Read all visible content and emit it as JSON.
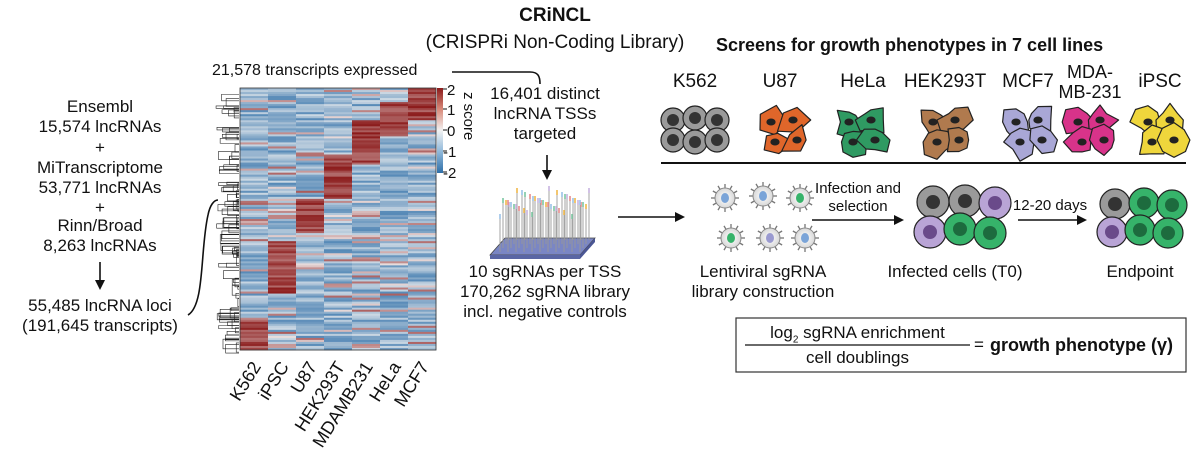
{
  "title": "CRiNCL",
  "subtitle": "(CRISPRi Non-Coding Library)",
  "sources": {
    "ensembl_name": "Ensembl",
    "ensembl_count": "15,574 lncRNAs",
    "plus1": "+",
    "mitx_name": "MiTranscriptome",
    "mitx_count": "53,771 lncRNAs",
    "plus2": "+",
    "rinn_name": "Rinn/Broad",
    "rinn_count": "8,263 lncRNAs",
    "loci_line1": "55,485 lncRNA loci",
    "loci_line2": "(191,645 transcripts)"
  },
  "heatmap": {
    "top_label": "21,578 transcripts expressed",
    "columns": [
      "K562",
      "iPSC",
      "U87",
      "HEK293T",
      "MDAMB231",
      "HeLa",
      "MCF7"
    ],
    "colorbar_title": "z score",
    "colorbar_ticks": [
      "2",
      "1",
      "0",
      "-1",
      "-2"
    ],
    "colors": {
      "high": "#8b1a1a",
      "mid": "#f2f2f2",
      "low": "#2f6fa8"
    }
  },
  "library": {
    "tss_line1": "16,401 distinct",
    "tss_line2": "lncRNA TSSs",
    "tss_line3": "targeted",
    "sg_line1": "10 sgRNAs per TSS",
    "sg_line2": "170,262 sgRNA library",
    "sg_line3": "incl. negative controls"
  },
  "screens": {
    "title": "Screens for growth phenotypes in 7 cell lines",
    "cell_lines": [
      {
        "name": "K562",
        "color": "#9a9a9a"
      },
      {
        "name": "U87",
        "color": "#e0662a"
      },
      {
        "name": "HeLa",
        "color": "#2f9a62"
      },
      {
        "name": "HEK293T",
        "color": "#b07a4e"
      },
      {
        "name": "MCF7",
        "color": "#a9a7d6"
      },
      {
        "name_line1": "MDA-",
        "name_line2": "MB-231",
        "color": "#d8338a"
      },
      {
        "name": "iPSC",
        "color": "#efd63c"
      }
    ]
  },
  "workflow": {
    "lenti_line1": "Lentiviral sgRNA",
    "lenti_line2": "library construction",
    "infection_line1": "Infection and",
    "infection_line2": "selection",
    "infected": "Infected cells (T0)",
    "days": "12-20 days",
    "endpoint": "Endpoint"
  },
  "formula": {
    "numerator_log": "log",
    "numerator_sub": "2",
    "numerator_rest": "sgRNA enrichment",
    "denominator": "cell doublings",
    "equals": "=",
    "result": "growth phenotype (γ)"
  }
}
